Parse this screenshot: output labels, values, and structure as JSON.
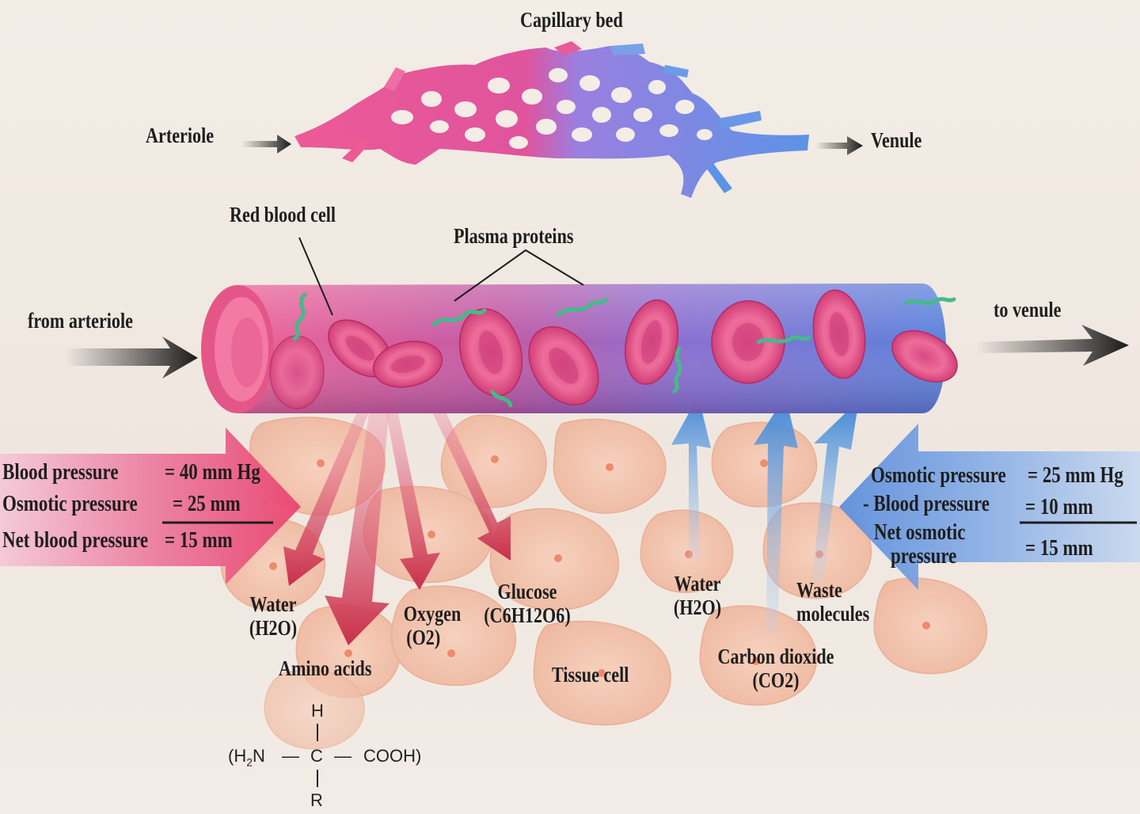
{
  "capillary_bed": {
    "title": "Capillary bed",
    "arteriole": "Arteriole",
    "venule": "Venule"
  },
  "vessel": {
    "red_blood_cell": "Red blood cell",
    "plasma_proteins": "Plasma proteins",
    "from_arteriole": "from arteriole",
    "to_venule": "to venule"
  },
  "arterial_panel": {
    "rows": [
      {
        "label": "Blood pressure",
        "value": "= 40 mm Hg"
      },
      {
        "label": "Osmotic pressure",
        "value": "= 25 mm"
      },
      {
        "label": "Net blood pressure",
        "value": "= 15 mm"
      }
    ]
  },
  "venous_panel": {
    "rows": [
      {
        "label": "Osmotic pressure",
        "value": "= 25 mm Hg"
      },
      {
        "label": "- Blood pressure",
        "value": "= 10 mm"
      },
      {
        "label_line1": "Net osmotic",
        "label_line2": "pressure",
        "value": "= 15 mm"
      }
    ]
  },
  "outflow": {
    "water_line1": "Water",
    "water_line2": "(H2O)",
    "amino_acids": "Amino acids",
    "oxygen_line1": "Oxygen",
    "oxygen_line2": "(O2)",
    "glucose_line1": "Glucose",
    "glucose_line2": "(C6H12O6)"
  },
  "inflow": {
    "water_line1": "Water",
    "water_line2": "(H2O)",
    "carbon_dioxide_line1": "Carbon dioxide",
    "carbon_dioxide_line2": "(CO2)",
    "waste_line1": "Waste",
    "waste_line2": "molecules"
  },
  "tissue_cell": "Tissue cell",
  "amino_acid_formula": {
    "h": "H",
    "left": "(H",
    "sub2": "2",
    "n": "N",
    "dash_left": "—",
    "c": "C",
    "dash_right": "—",
    "cooh": "COOH)",
    "r": "R"
  },
  "colors": {
    "arterial": "#e0407a",
    "venous": "#5a86d6",
    "outflow_arrow": "#c8304a",
    "inflow_arrow": "#4a90d8",
    "tissue_cell": "#f3c1a9"
  }
}
